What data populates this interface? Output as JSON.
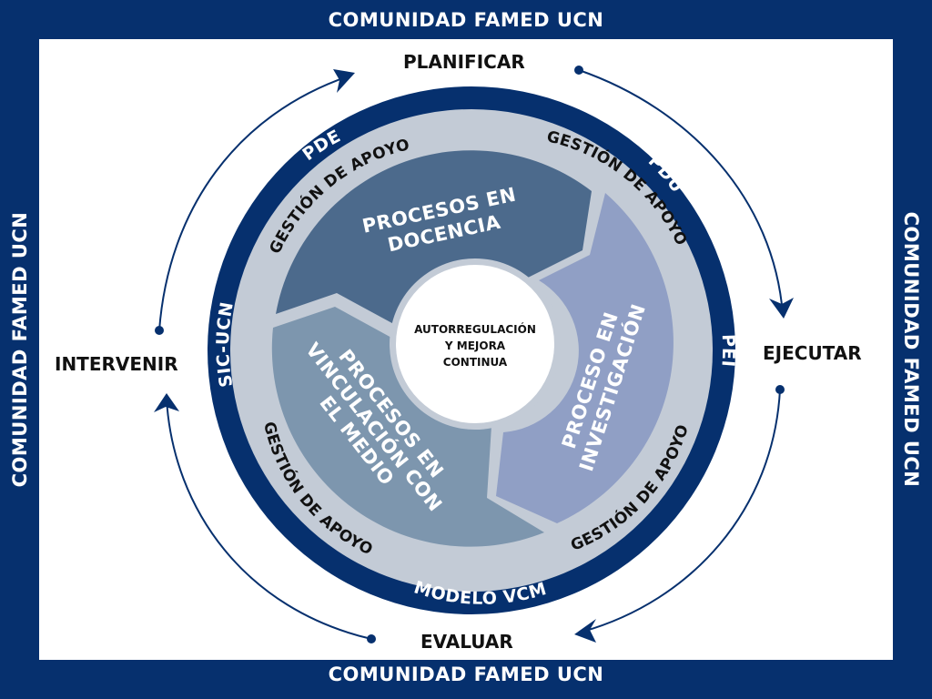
{
  "frame": {
    "label": "COMUNIDAD FAMED UCN",
    "top": "COMUNIDAD FAMED UCN",
    "bottom": "COMUNIDAD FAMED UCN",
    "left": "COMUNIDAD FAMED UCN",
    "right": "COMUNIDAD FAMED UCN"
  },
  "cycle": {
    "planificar": "PLANIFICAR",
    "ejecutar": "EJECUTAR",
    "evaluar": "EVALUAR",
    "intervenir": "INTERVENIR"
  },
  "outer_ring": {
    "pde": "PDE",
    "pdu": "PDU",
    "pei": "PEI",
    "modelo_vcm": "MODELO VCM",
    "sic_ucn": "SIC-UCN"
  },
  "support_ring": {
    "label": "GESTIÓN DE APOYO",
    "top_left": "GESTIÓN DE APOYO",
    "top_right": "GESTIÓN DE APOYO",
    "bottom_right": "GESTIÓN DE APOYO",
    "bottom_left": "GESTIÓN DE APOYO"
  },
  "processes": {
    "docencia": {
      "line1": "PROCESOS EN",
      "line2": "DOCENCIA"
    },
    "investigacion": {
      "line1": "PROCESO EN",
      "line2": "INVESTIGACIÓN"
    },
    "vinculacion": {
      "line1": "PROCESOS EN",
      "line2": "VINCULACIÓN CON",
      "line3": "EL MEDIO"
    }
  },
  "center": {
    "line1": "AUTORREGULACIÓN",
    "line2": "Y MEJORA",
    "line3": "CONTINUA"
  },
  "colors": {
    "navy": "#06306e",
    "support_ring": "#c3cbd6",
    "docencia": "#4c6a8c",
    "investigacion": "#909fc5",
    "vinculacion": "#7d96ae",
    "center": "#ffffff"
  }
}
